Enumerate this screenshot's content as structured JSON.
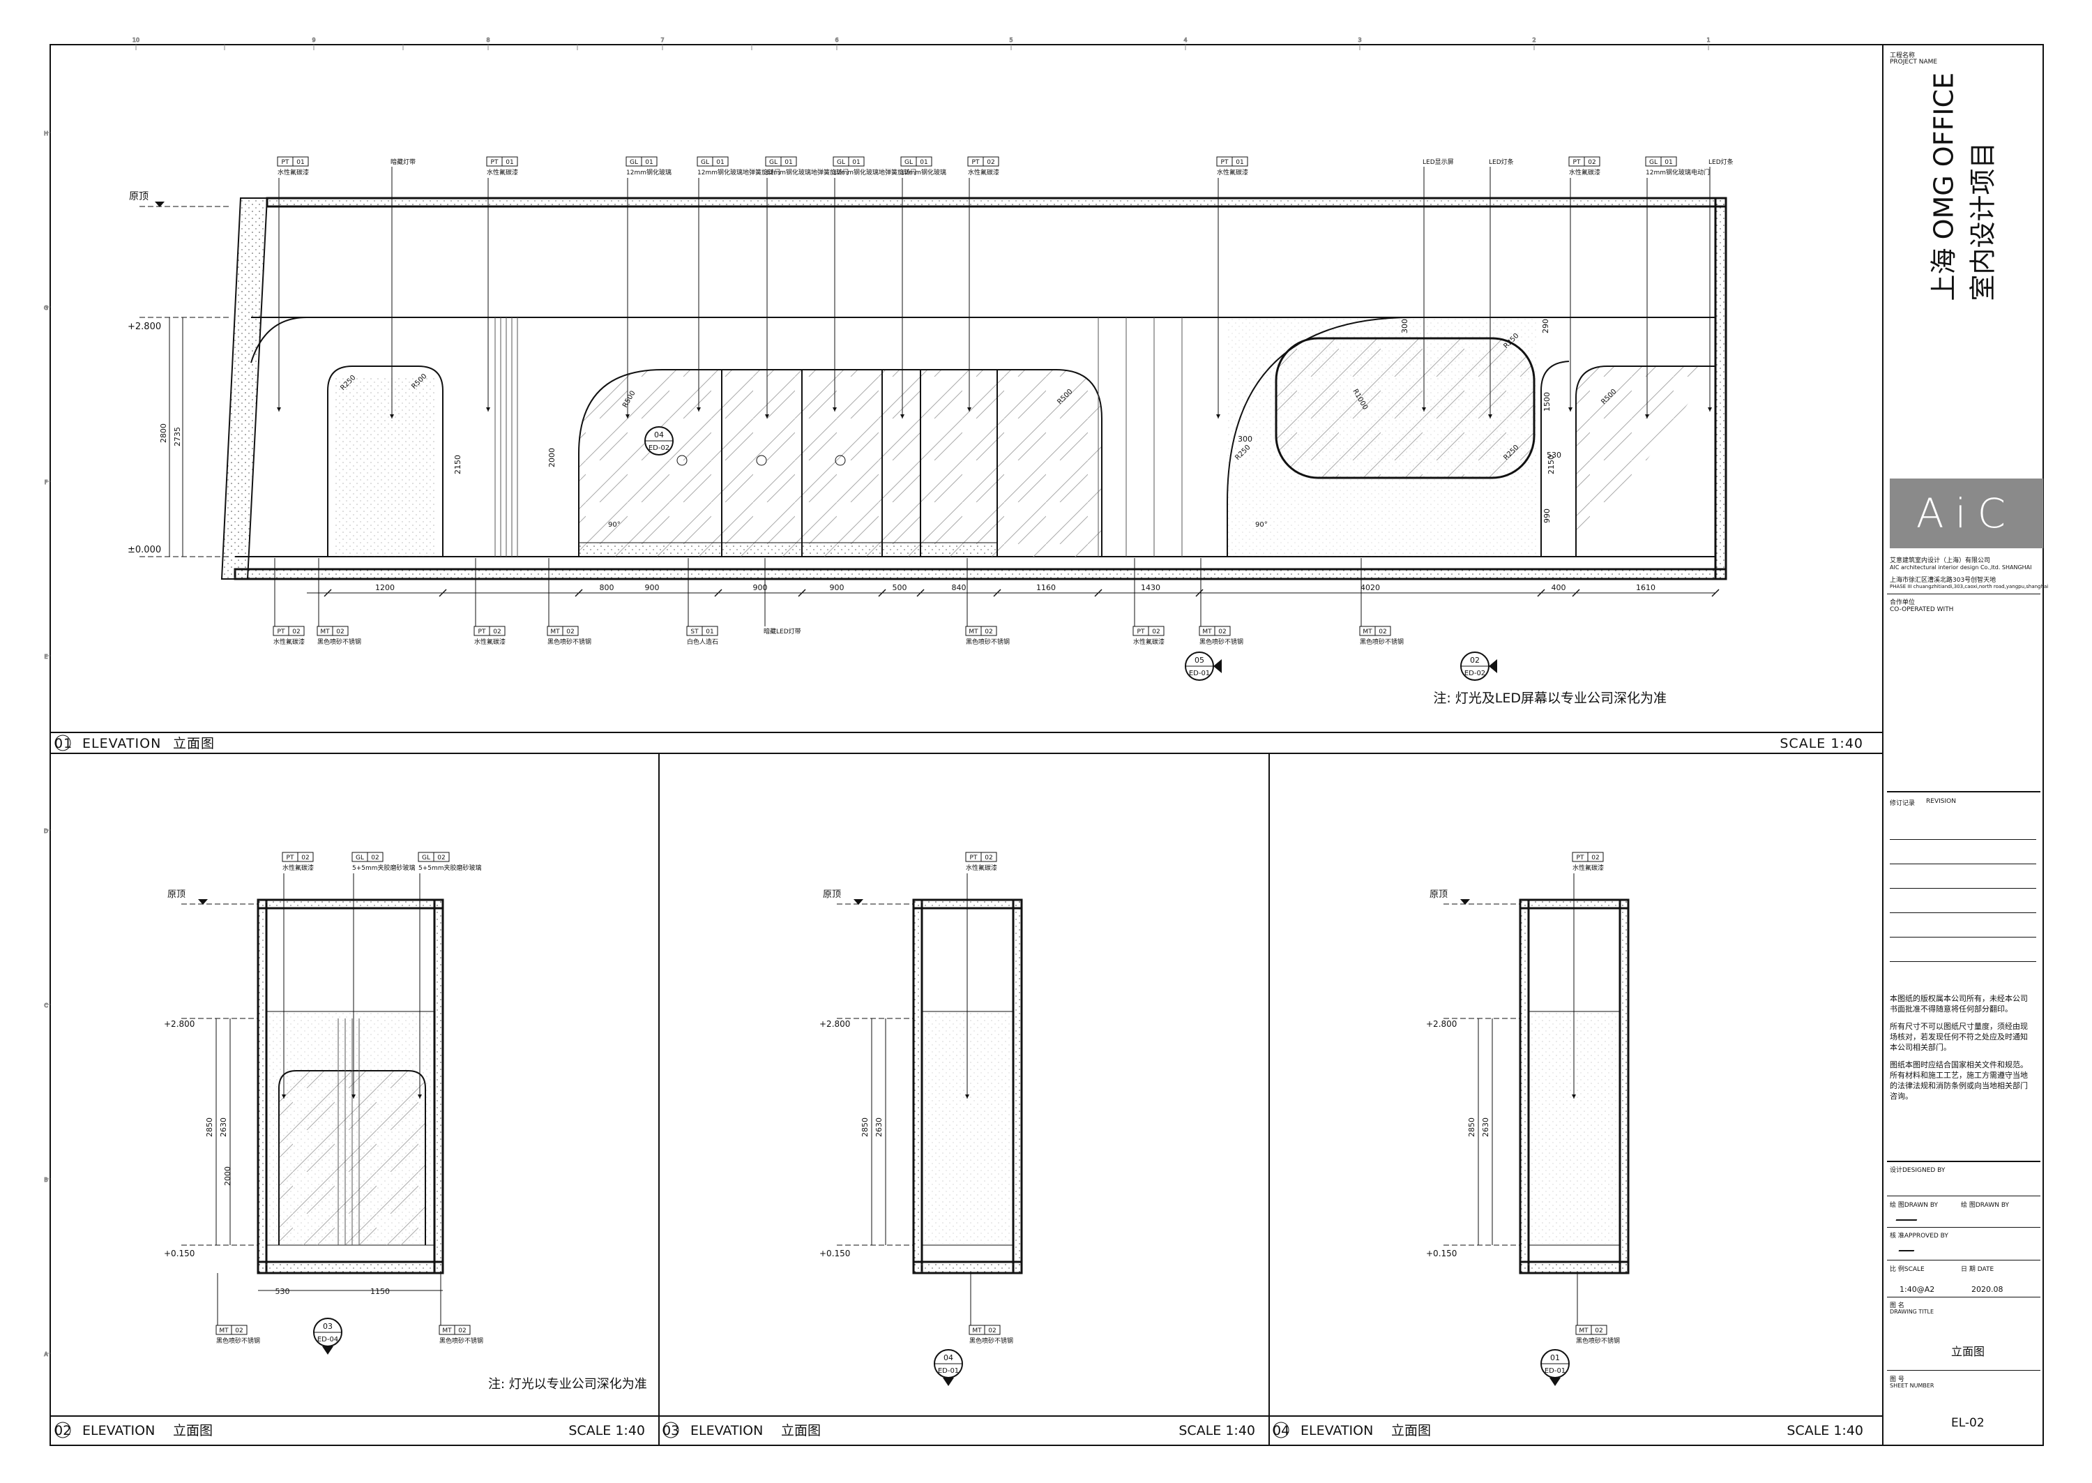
{
  "drawing": {
    "top_elevation": {
      "number": "01",
      "title": "ELEVATION",
      "title_cn": "立面图",
      "scale": "SCALE 1:40",
      "note": "注: 灯光及LED屏幕以专业公司深化为准",
      "level_top": "原顶",
      "level_ceiling": "+2.800",
      "level_floor": "±0.000",
      "dims_bottom": [
        "1200",
        "800",
        "900",
        "900",
        "900",
        "500",
        "840",
        "1160",
        "1430",
        "4020",
        "400",
        "1610"
      ],
      "dims_left": [
        "2800",
        "2735",
        "2150",
        "2000",
        "2150",
        "1500",
        "990",
        "300",
        "290",
        "530"
      ],
      "radius_labels": [
        "R250",
        "R500",
        "R500",
        "R500",
        "R1000",
        "R250",
        "R250",
        "R250",
        "R500",
        "300",
        "90°",
        "90°"
      ],
      "tags_top": [
        {
          "code": "PT",
          "num": "01",
          "desc": "水性氟碳漆"
        },
        {
          "code": "",
          "num": "",
          "desc": "暗藏灯带"
        },
        {
          "code": "PT",
          "num": "01",
          "desc": "水性氟碳漆"
        },
        {
          "code": "GL",
          "num": "01",
          "desc": "12mm钢化玻璃"
        },
        {
          "code": "GL",
          "num": "01",
          "desc": "12mm钢化玻璃地弹簧旋转门"
        },
        {
          "code": "GL",
          "num": "01",
          "desc": "12mm钢化玻璃地弹簧旋转门"
        },
        {
          "code": "GL",
          "num": "01",
          "desc": "12mm钢化玻璃地弹簧旋转门"
        },
        {
          "code": "GL",
          "num": "01",
          "desc": "12mm钢化玻璃"
        },
        {
          "code": "PT",
          "num": "02",
          "desc": "水性氟碳漆"
        },
        {
          "code": "PT",
          "num": "01",
          "desc": "水性氟碳漆"
        },
        {
          "code": "",
          "num": "",
          "desc": "LED显示屏"
        },
        {
          "code": "",
          "num": "",
          "desc": "LED灯条"
        },
        {
          "code": "PT",
          "num": "02",
          "desc": "水性氟碳漆"
        },
        {
          "code": "GL",
          "num": "01",
          "desc": "12mm钢化玻璃电动门"
        },
        {
          "code": "",
          "num": "",
          "desc": "LED灯条"
        }
      ],
      "tags_bottom": [
        {
          "code": "PT",
          "num": "02",
          "desc": "水性氟碳漆"
        },
        {
          "code": "MT",
          "num": "02",
          "desc": "黑色喷砂不锈钢"
        },
        {
          "code": "PT",
          "num": "02",
          "desc": "水性氟碳漆"
        },
        {
          "code": "MT",
          "num": "02",
          "desc": "黑色喷砂不锈钢"
        },
        {
          "code": "ST",
          "num": "01",
          "desc": "白色人造石"
        },
        {
          "code": "",
          "num": "",
          "desc": "暗藏LED灯带"
        },
        {
          "code": "MT",
          "num": "02",
          "desc": "黑色喷砂不锈钢"
        },
        {
          "code": "PT",
          "num": "02",
          "desc": "水性氟碳漆"
        },
        {
          "code": "MT",
          "num": "02",
          "desc": "黑色喷砂不锈钢"
        },
        {
          "code": "MT",
          "num": "02",
          "desc": "黑色喷砂不锈钢"
        }
      ],
      "section_marks": [
        {
          "num": "04",
          "ref": "ED-02"
        },
        {
          "num": "05",
          "ref": "ED-01"
        },
        {
          "num": "02",
          "ref": "ED-02"
        }
      ]
    },
    "panels": [
      {
        "number": "02",
        "title": "ELEVATION",
        "title_cn": "立面图",
        "scale": "SCALE 1:40",
        "note": "注: 灯光以专业公司深化为准",
        "level_top": "原顶",
        "level_ceiling": "+2.800",
        "level_floor": "+0.150",
        "dims_left": [
          "2850",
          "2630",
          "2000"
        ],
        "dims_bottom": [
          "530",
          "1150"
        ],
        "tags_top": [
          {
            "code": "PT",
            "num": "02",
            "desc": "水性氟碳漆"
          },
          {
            "code": "GL",
            "num": "02",
            "desc": "5+5mm夹胶磨砂玻璃"
          },
          {
            "code": "GL",
            "num": "02",
            "desc": "5+5mm夹胶磨砂玻璃"
          }
        ],
        "tags_bottom": [
          {
            "code": "MT",
            "num": "02",
            "desc": "黑色喷砂不锈钢"
          },
          {
            "code": "MT",
            "num": "02",
            "desc": "黑色喷砂不锈钢"
          }
        ],
        "section_mark": {
          "num": "03",
          "ref": "ED-04"
        }
      },
      {
        "number": "03",
        "title": "ELEVATION",
        "title_cn": "立面图",
        "scale": "SCALE 1:40",
        "level_top": "原顶",
        "level_ceiling": "+2.800",
        "level_floor": "+0.150",
        "dims_left": [
          "2850",
          "2630"
        ],
        "tags_top": [
          {
            "code": "PT",
            "num": "02",
            "desc": "水性氟碳漆"
          }
        ],
        "tags_bottom": [
          {
            "code": "MT",
            "num": "02",
            "desc": "黑色喷砂不锈钢"
          }
        ],
        "section_mark": {
          "num": "04",
          "ref": "ED-01"
        }
      },
      {
        "number": "04",
        "title": "ELEVATION",
        "title_cn": "立面图",
        "scale": "SCALE 1:40",
        "level_top": "原顶",
        "level_ceiling": "+2.800",
        "level_floor": "+0.150",
        "dims_left": [
          "2850",
          "2630"
        ],
        "tags_top": [
          {
            "code": "PT",
            "num": "02",
            "desc": "水性氟碳漆"
          }
        ],
        "tags_bottom": [
          {
            "code": "MT",
            "num": "02",
            "desc": "黑色喷砂不锈钢"
          }
        ],
        "section_mark": {
          "num": "01",
          "ref": "ED-01"
        }
      }
    ],
    "grid_top": [
      "10",
      "9",
      "8",
      "7",
      "6",
      "5",
      "4",
      "3",
      "2",
      "1"
    ],
    "grid_side": [
      "H",
      "G",
      "F",
      "E",
      "D",
      "C",
      "B",
      "A"
    ]
  },
  "title_block": {
    "project_label": "工程名称",
    "project_label_en": "PROJECT NAME",
    "project_name_1": "上海 OMG OFFICE",
    "project_name_2": "室内设计项目",
    "logo_text": "AiC",
    "company_cn": "艾意建筑室内设计（上海）有限公司",
    "company_en": "AIC architectural interior design Co.,ltd. SHANGHAI",
    "company_addr": "上海市徐汇区漕溪北路303号创智天地",
    "company_addr_en": "PHASE III chuangzhitiandi,303,caoxi,north road,yangpu,shanghai",
    "coop_label": "合作单位",
    "coop_label_en": "CO-OPERATED WITH",
    "revision_label": "修订记录",
    "revision_label_en": "REVISION",
    "notes": [
      "本图纸的版权属本公司所有，未经本公司书面批准不得随意将任何部分翻印。",
      "所有尺寸不可以图纸尺寸量度，须经由现场核对，若发现任何不符之处应及时通知本公司相关部门。",
      "图纸本图时应结合国家相关文件和规范。所有材料和施工工艺，施工方需遵守当地的法律法规和消防条例或向当地相关部门咨询。"
    ],
    "designed_by_label": "设计DESIGNED BY",
    "drawn_by_label": "绘 图DRAWN BY",
    "drawn_by_label2": "绘 图DRAWN BY",
    "approved_by_label": "核 准APPROVED BY",
    "scale_label": "比 例SCALE",
    "date_label": "日 期 DATE",
    "scale_value": "1:40@A2",
    "date_value": "2020.08",
    "drawing_title_label": "图 名",
    "drawing_title_label_en": "DRAWING TITLE",
    "drawing_title": "立面图",
    "sheet_number_label": "图 号",
    "sheet_number_label_en": "SHEET NUMBER",
    "sheet_number": "EL-02"
  }
}
